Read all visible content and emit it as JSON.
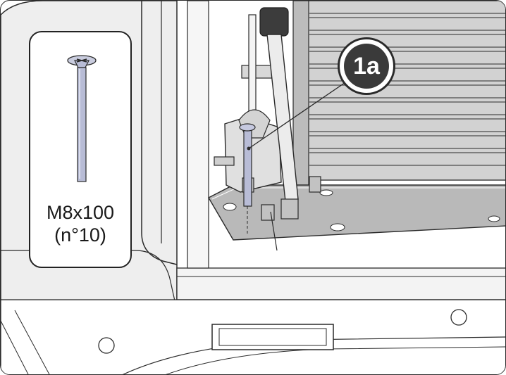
{
  "part_callout": {
    "size": "M8x100",
    "quantity": "(n°10)",
    "icon": "countersunk-bolt-icon"
  },
  "step_badge": {
    "label": "1a"
  },
  "colors": {
    "line": "#2a2a2a",
    "panel": "#c8c8c8",
    "light_panel": "#e6e6e6",
    "bolt": "#b8bcd6",
    "badge": "#3a3a3a"
  }
}
